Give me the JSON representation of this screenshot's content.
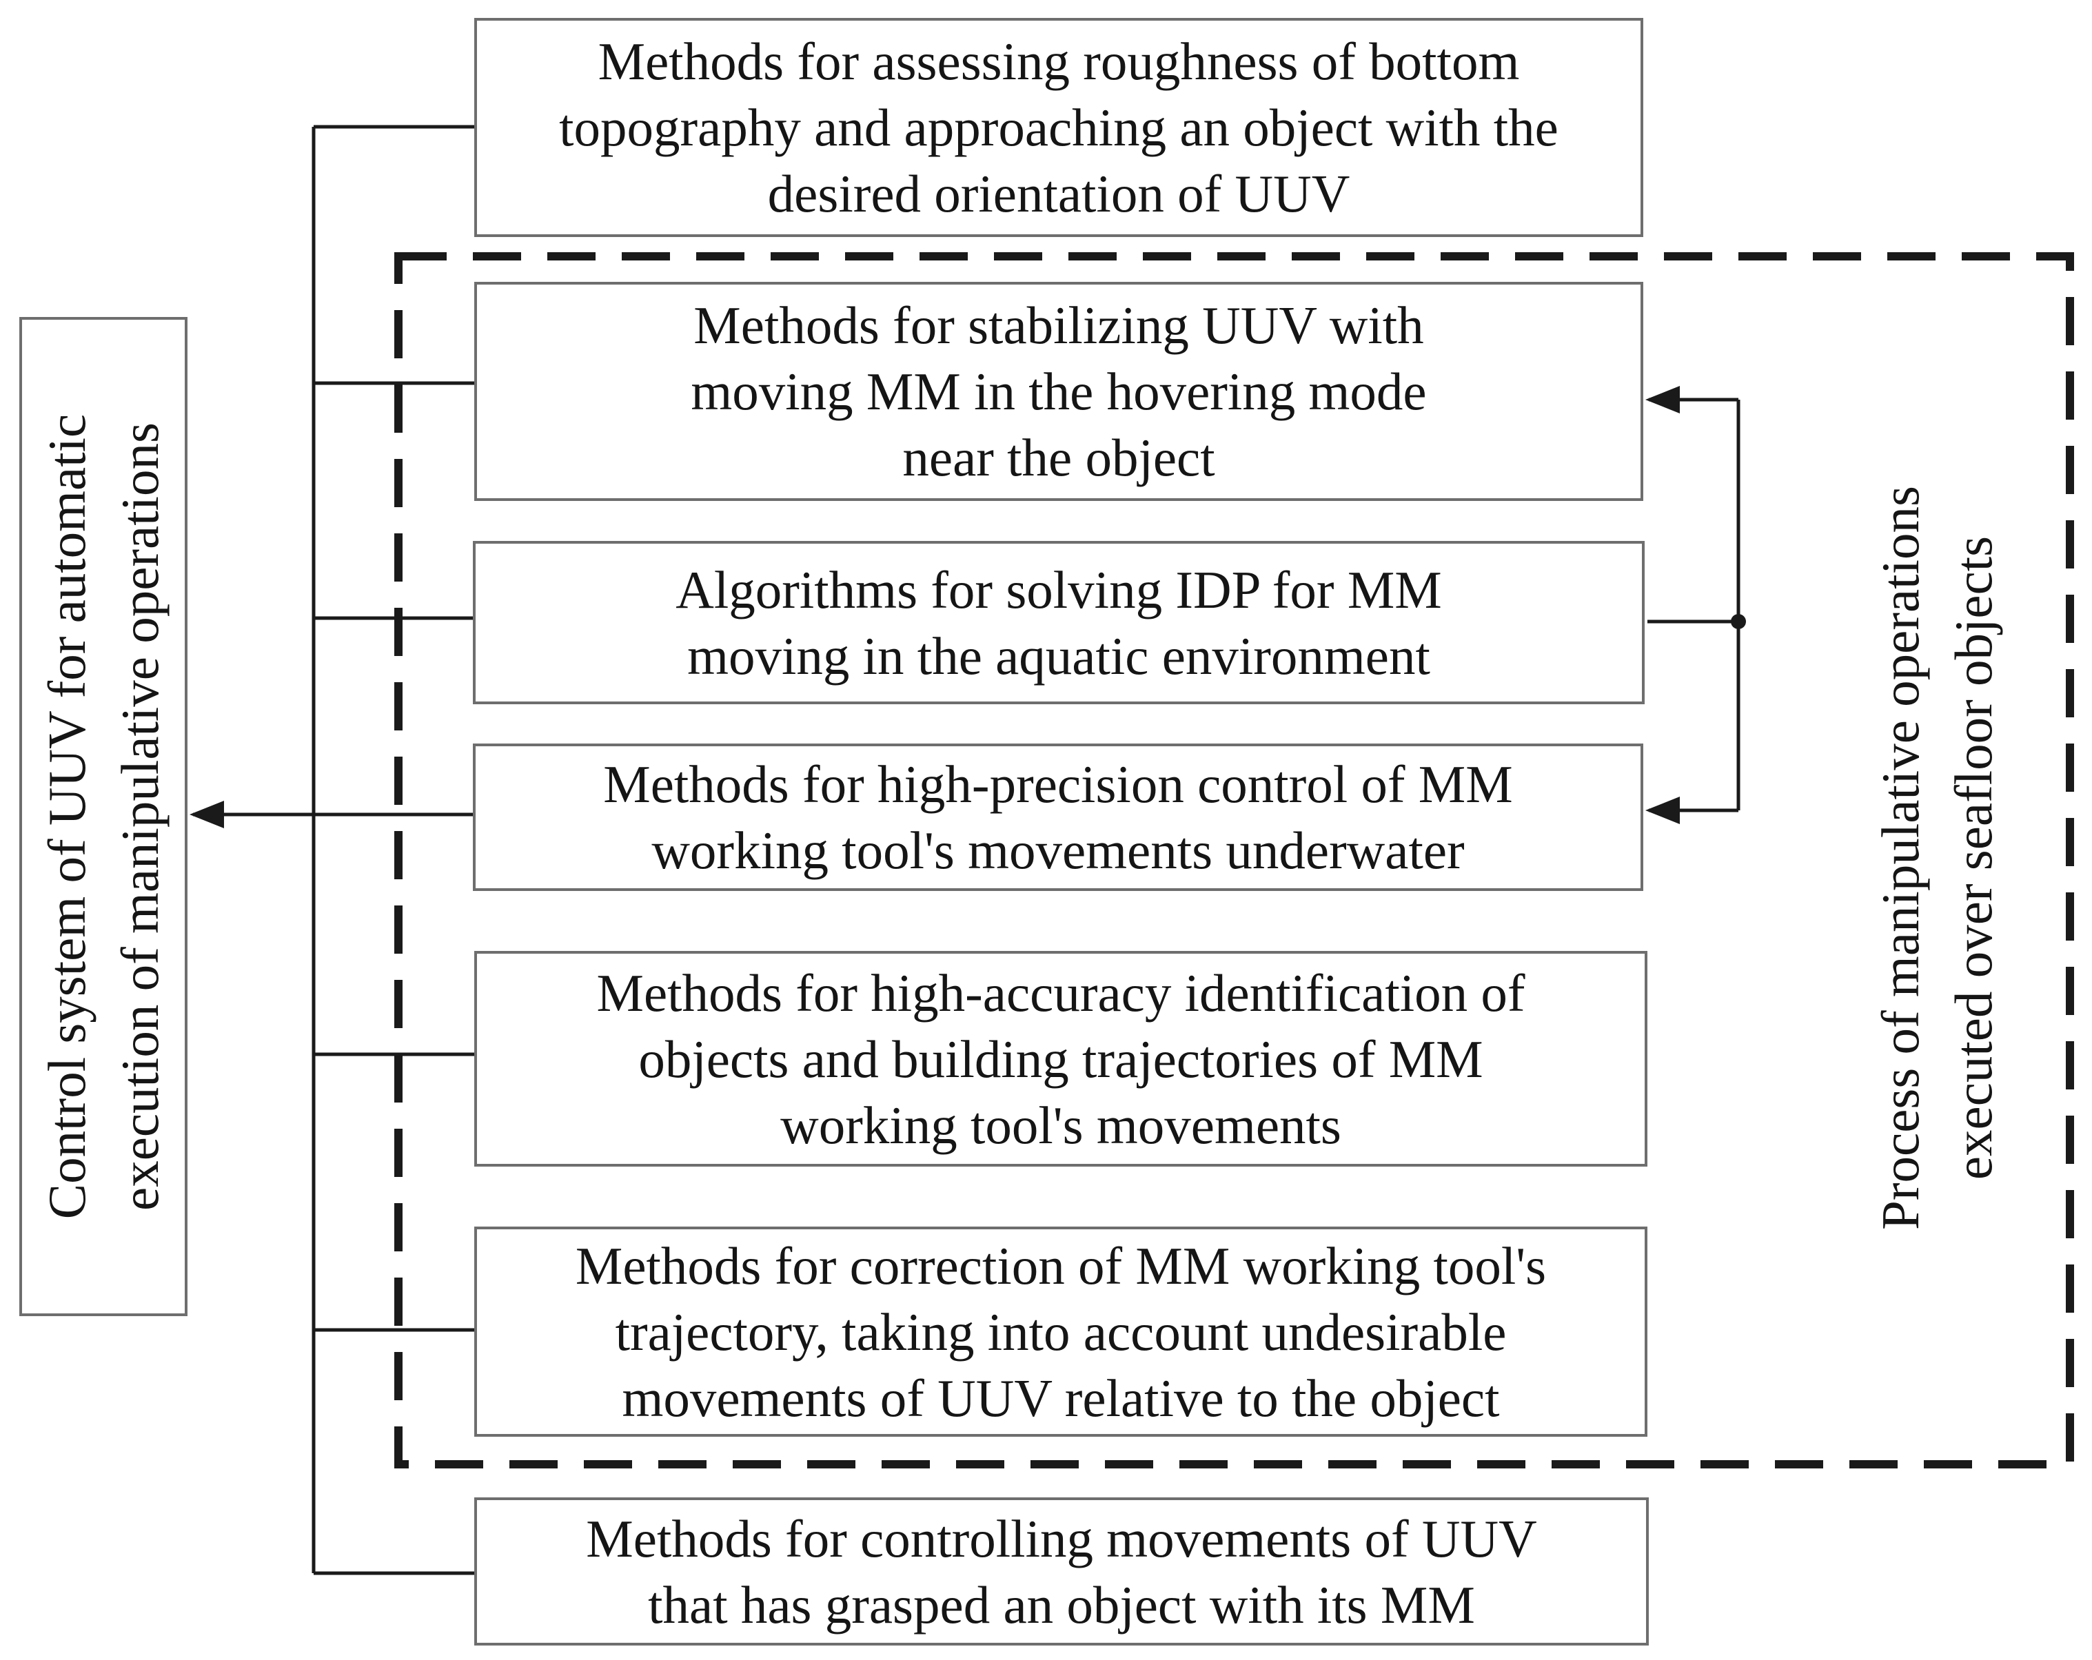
{
  "colors": {
    "line": "#1a1a1a",
    "box_border": "#6e6e6e",
    "text": "#151515"
  },
  "control_system": {
    "label": "Control system of UUV for automatic\nexecution of manipulative operations"
  },
  "process_group": {
    "label": "Process of manipulative operations\nexecuted over seafloor objects"
  },
  "methods": [
    {
      "text": "Methods for assessing roughness of bottom\ntopography and approaching an object with the\ndesired orientation of UUV"
    },
    {
      "text": "Methods for stabilizing UUV with\nmoving MM in the hovering mode\nnear the object"
    },
    {
      "text": "Algorithms for solving IDP for MM\nmoving in the aquatic environment"
    },
    {
      "text": "Methods for high-precision control of MM\nworking tool's movements underwater"
    },
    {
      "text": "Methods for high-accuracy identification of\nobjects and building trajectories of MM\nworking tool's movements"
    },
    {
      "text": "Methods for correction of MM working tool's\ntrajectory, taking into account undesirable\nmovements of UUV relative to the object"
    },
    {
      "text": "Methods for controlling movements of UUV\nthat has grasped an object with its MM"
    }
  ]
}
